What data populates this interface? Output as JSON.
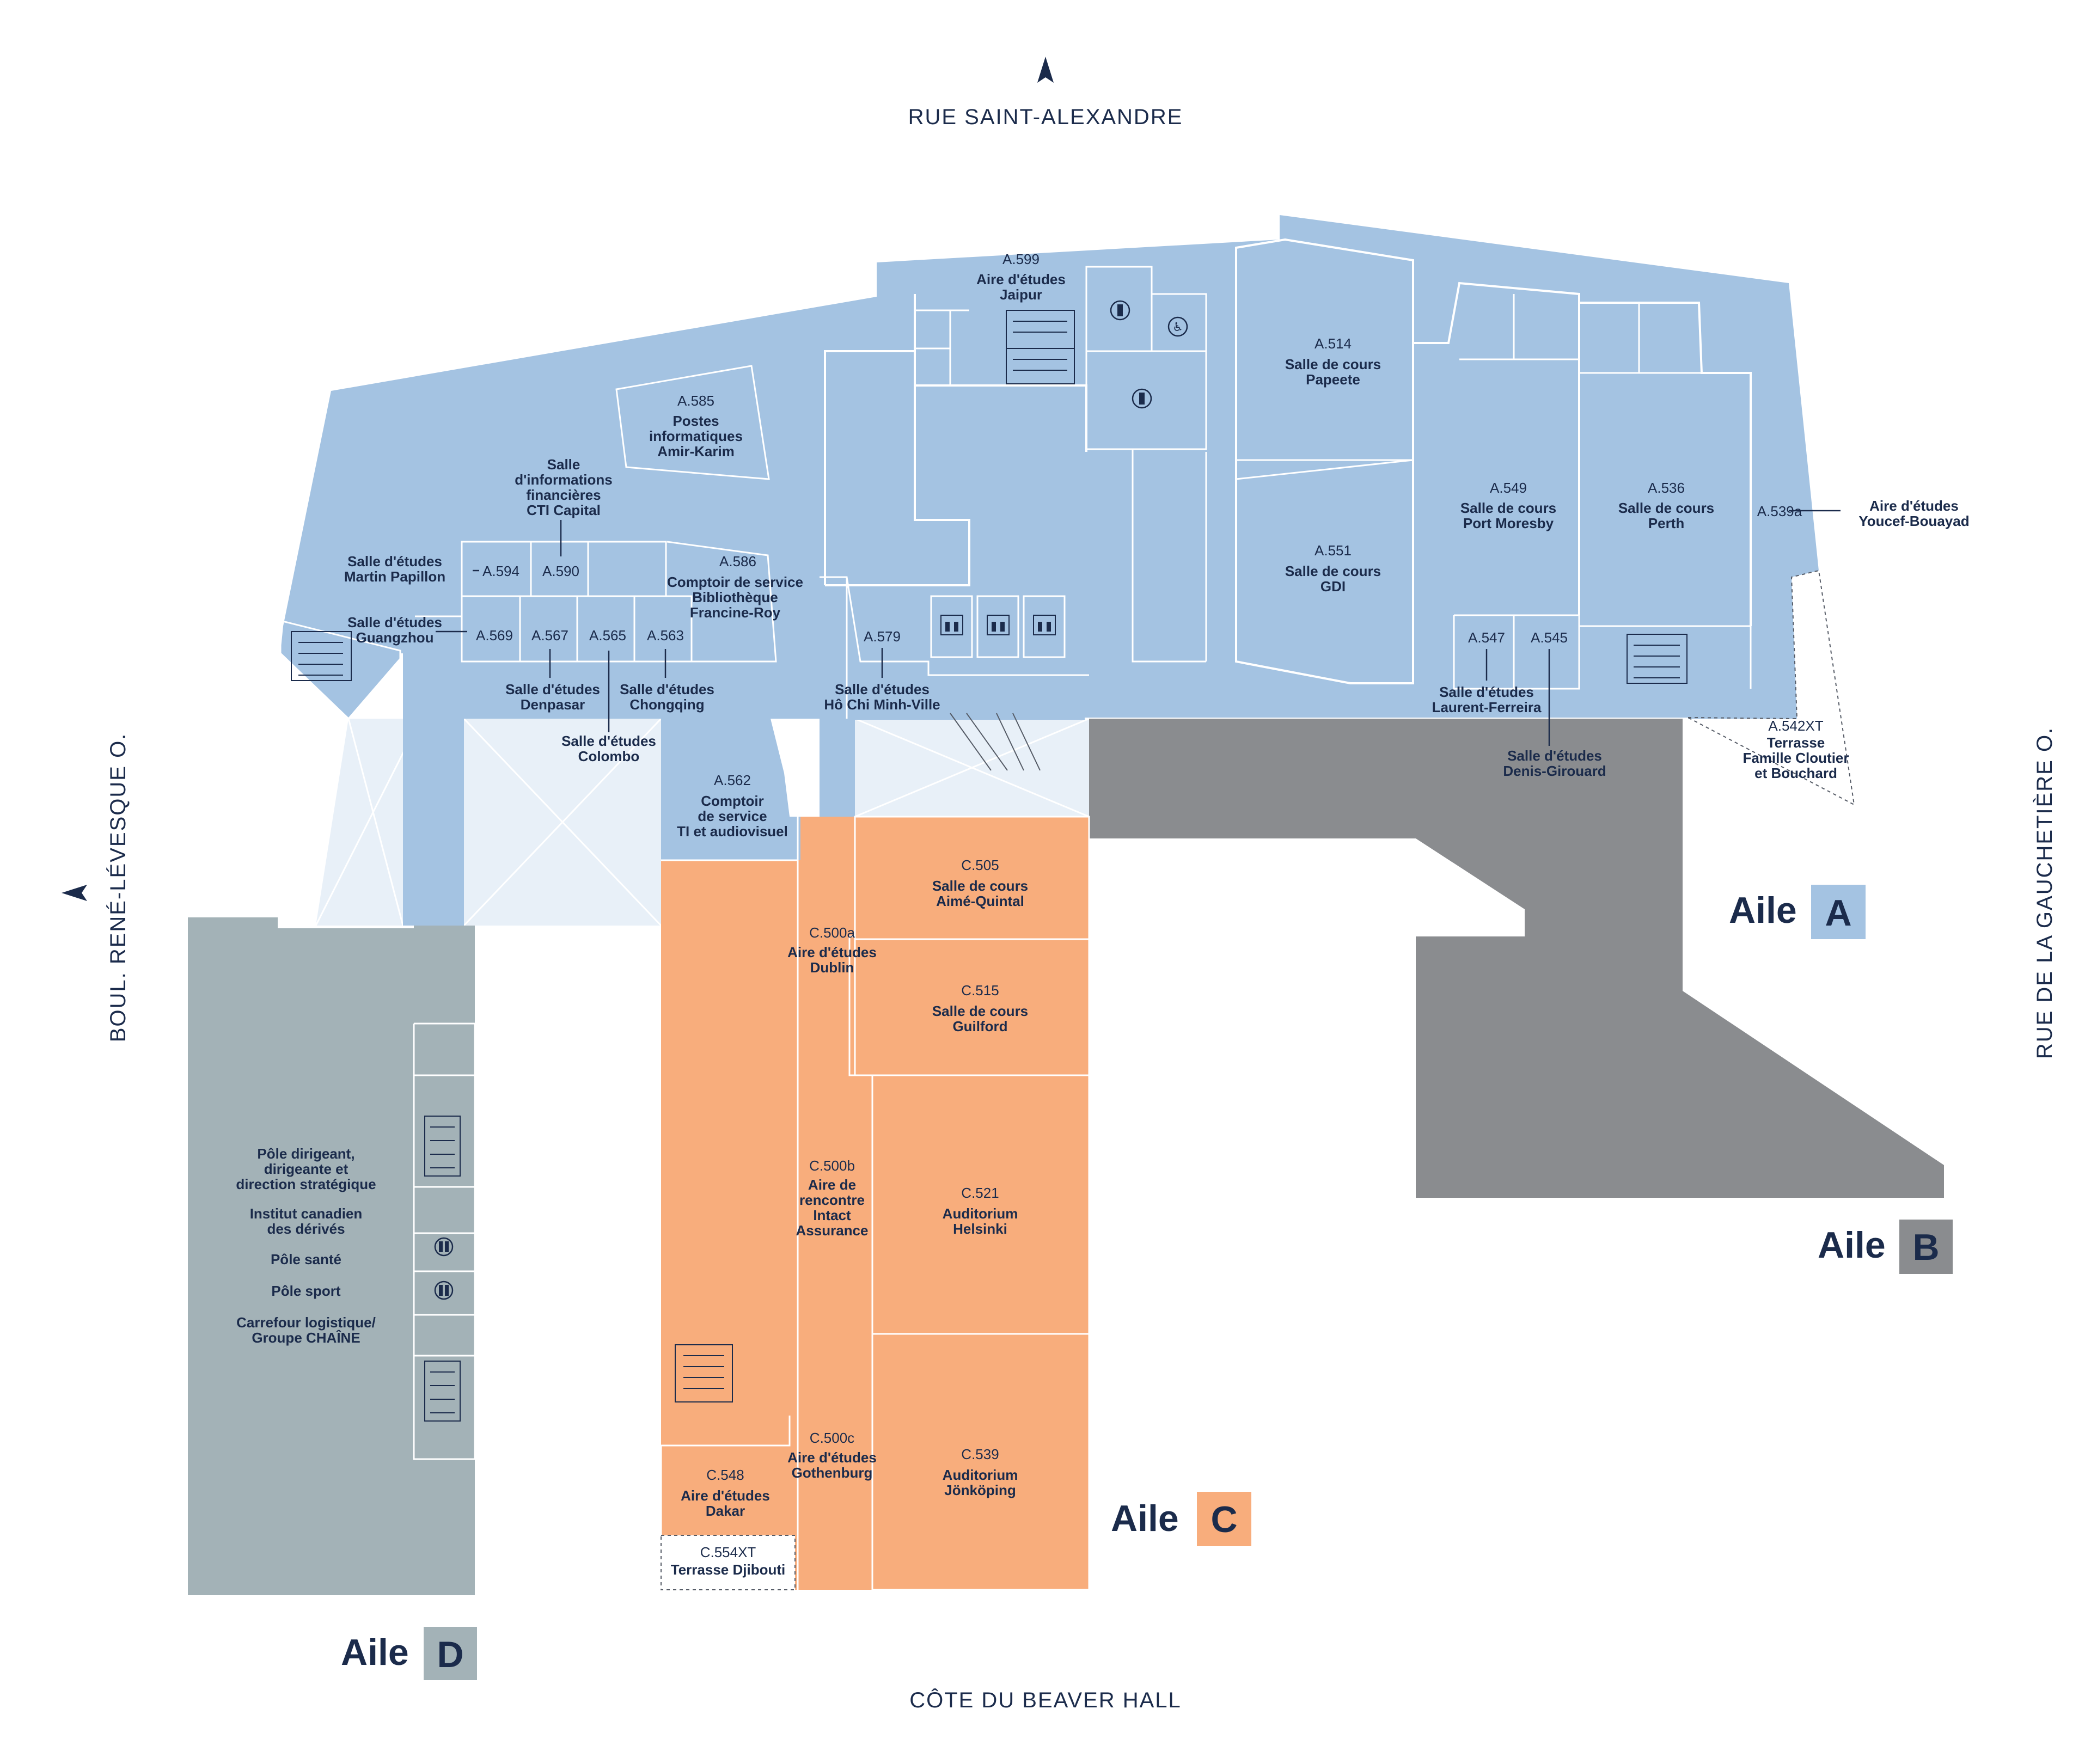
{
  "colors": {
    "wing_a": "#a4c3e2",
    "wing_b": "#8a8c8f",
    "wing_c": "#f8ad7c",
    "wing_d": "#a3b2b7",
    "atrium": "#e8f0f8",
    "text": "#1b2b4b"
  },
  "streets": {
    "north": "RUE SAINT-ALEXANDRE",
    "south": "CÔTE DU BEAVER HALL",
    "west": "BOUL. RENÉ-LÉVESQUE O.",
    "east": "RUE DE LA GAUCHETIÈRE O."
  },
  "icons": {
    "north_arrow": "north-arrow-icon",
    "west_arrow": "west-arrow-icon",
    "toilet_men": "toilet-men-icon",
    "toilet_accessible": "accessible-toilet-icon",
    "toilet_universal": "toilet-icon",
    "elevator": "elevator-icon",
    "stairs": "stairs-icon"
  },
  "wings": {
    "a": {
      "label": "Aile",
      "letter": "A"
    },
    "b": {
      "label": "Aile",
      "letter": "B"
    },
    "c": {
      "label": "Aile",
      "letter": "C"
    },
    "d": {
      "label": "Aile",
      "letter": "D"
    }
  },
  "rooms": {
    "a599": {
      "num": "A.599",
      "l1": "Aire d'études",
      "l2": "Jaipur"
    },
    "a585": {
      "num": "A.585",
      "l1": "Postes",
      "l2": "informatiques",
      "l3": "Amir-Karim"
    },
    "a514": {
      "num": "A.514",
      "l1": "Salle de cours",
      "l2": "Papeete"
    },
    "a551": {
      "num": "A.551",
      "l1": "Salle de cours",
      "l2": "GDI"
    },
    "a549": {
      "num": "A.549",
      "l1": "Salle de cours",
      "l2": "Port Moresby"
    },
    "a536": {
      "num": "A.536",
      "l1": "Salle de cours",
      "l2": "Perth"
    },
    "a539a": {
      "num": "A.539a",
      "l1": "Aire d'études",
      "l2": "Youcef-Bouayad"
    },
    "cti": {
      "l1": "Salle",
      "l2": "d'informations",
      "l3": "financières",
      "l4": "CTI Capital"
    },
    "a594": {
      "num": "A.594",
      "l1": "Salle d'études",
      "l2": "Martin Papillon"
    },
    "a590": {
      "num": "A.590"
    },
    "a586": {
      "num": "A.586",
      "l1": "Comptoir de service",
      "l2": "Bibliothèque",
      "l3": "Francine-Roy"
    },
    "a569": {
      "num": "A.569",
      "l1": "Salle d'études",
      "l2": "Guangzhou"
    },
    "a567": {
      "num": "A.567",
      "l1": "Salle d'études",
      "l2": "Denpasar"
    },
    "a565": {
      "num": "A.565",
      "l1": "Salle d'études",
      "l2": "Colombo"
    },
    "a563": {
      "num": "A.563",
      "l1": "Salle d'études",
      "l2": "Chongqing"
    },
    "a579": {
      "num": "A.579",
      "l1": "Salle d'études",
      "l2": "Hô Chi Minh-Ville"
    },
    "a547": {
      "num": "A.547",
      "l1": "Salle d'études",
      "l2": "Laurent-Ferreira"
    },
    "a545": {
      "num": "A.545",
      "l1": "Salle d'études",
      "l2": "Denis-Girouard"
    },
    "a542xt": {
      "num": "A.542XT",
      "l1": "Terrasse",
      "l2": "Famille Cloutier",
      "l3": "et Bouchard"
    },
    "a562": {
      "num": "A.562",
      "l1": "Comptoir",
      "l2": "de service",
      "l3": "TI et audiovisuel"
    },
    "c505": {
      "num": "C.505",
      "l1": "Salle de cours",
      "l2": "Aimé-Quintal"
    },
    "c500a": {
      "num": "C.500a",
      "l1": "Aire d'études",
      "l2": "Dublin"
    },
    "c515": {
      "num": "C.515",
      "l1": "Salle de cours",
      "l2": "Guilford"
    },
    "c500b": {
      "num": "C.500b",
      "l1": "Aire de",
      "l2": "rencontre",
      "l3": "Intact",
      "l4": "Assurance"
    },
    "c521": {
      "num": "C.521",
      "l1": "Auditorium",
      "l2": "Helsinki"
    },
    "c500c": {
      "num": "C.500c",
      "l1": "Aire d'études",
      "l2": "Gothenburg"
    },
    "c539": {
      "num": "C.539",
      "l1": "Auditorium",
      "l2": "Jönköping"
    },
    "c548": {
      "num": "C.548",
      "l1": "Aire d'études",
      "l2": "Dakar"
    },
    "c554xt": {
      "num": "C.554XT",
      "l1": "Terrasse Djibouti"
    }
  },
  "wing_d_list": [
    {
      "l1": "Pôle dirigeant,",
      "l2": "dirigeante et",
      "l3": "direction stratégique"
    },
    {
      "l1": "Institut canadien",
      "l2": "des dérivés"
    },
    {
      "l1": "Pôle santé"
    },
    {
      "l1": "Pôle sport"
    },
    {
      "l1": "Carrefour logistique/",
      "l2": "Groupe CHAÎNE"
    }
  ]
}
